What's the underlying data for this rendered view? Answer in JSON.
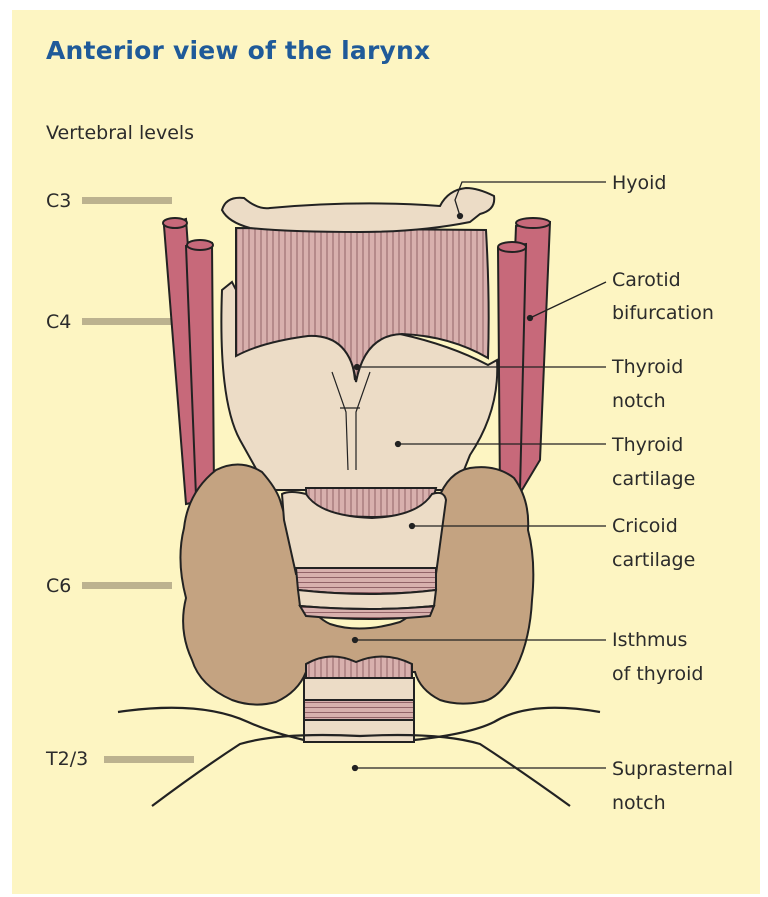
{
  "title": "Anterior view of the larynx",
  "vertebral_heading": "Vertebral levels",
  "levels": [
    "C3",
    "C4",
    "C6",
    "T2/3"
  ],
  "labels": {
    "hyoid": "Hyoid",
    "carotid_1": "Carotid",
    "carotid_2": "bifurcation",
    "thyroid_notch_1": "Thyroid",
    "thyroid_notch_2": "notch",
    "thyroid_cart_1": "Thyroid",
    "thyroid_cart_2": "cartilage",
    "cricoid_1": "Cricoid",
    "cricoid_2": "cartilage",
    "isthmus_1": "Isthmus",
    "isthmus_2": "of thyroid",
    "suprasternal_1": "Suprasternal",
    "suprasternal_2": "notch"
  },
  "colors": {
    "background": "#fdf5c2",
    "title": "#1f5a99",
    "cartilage": "#ecdcc6",
    "membrane": "#d8b0ad",
    "artery": "#c7697a",
    "thyroid_gland": "#c4a381",
    "level_bar": "#bcb28f"
  }
}
